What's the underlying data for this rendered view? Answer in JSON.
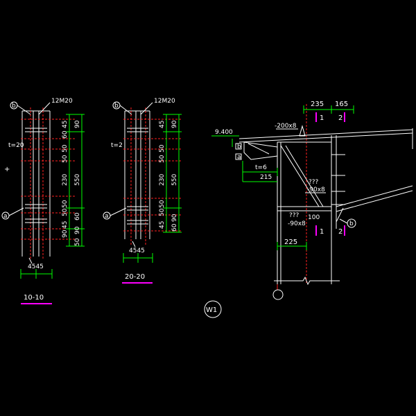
{
  "colors": {
    "background": "#000000",
    "line": "#ffffff",
    "dimension": "#00ff00",
    "centerline": "#ff2020",
    "section_mark": "#ff00ff"
  },
  "detail_left": {
    "bolts": "12M20",
    "plate": "t=20",
    "callout_top": "b",
    "callout_bottom": "a",
    "dim_v1": [
      "45",
      "60",
      "90"
    ],
    "dim_v_mid": [
      "50",
      "50",
      "230",
      "50",
      "50"
    ],
    "dim_v_total": "550",
    "dim_v2": [
      "45",
      "90",
      "60",
      "90",
      "50"
    ],
    "dim_bottom": "4545",
    "caption": "10-10"
  },
  "detail_right": {
    "bolts": "12M20",
    "plate": "t=2",
    "callout_top": "b",
    "callout_bottom": "a",
    "dim_v1": [
      "45",
      "90"
    ],
    "dim_v_mid": [
      "50",
      "50",
      "230",
      "50",
      "50"
    ],
    "dim_v_total": "550",
    "dim_v2": [
      "45",
      "90",
      "60"
    ],
    "dim_bottom": "4545",
    "caption": "20-20"
  },
  "joint": {
    "dim_top_left": "235",
    "dim_top_right": "165",
    "elevation": "9.400",
    "plate_top": "-200x8",
    "stiffener_plate": "t=6",
    "dim_small": "215",
    "brace_plate_upper": "-90x8",
    "brace_plate_lower": "-90x8",
    "q_upper": "???",
    "q_lower": "???",
    "dim_100": "100",
    "dim_225": "225",
    "sec1_top": "1",
    "sec2_top": "2",
    "sec1_bot": "1",
    "sec2_bot": "2",
    "label_a": "a",
    "label_b": "b",
    "callout_b": "b",
    "title": "W1"
  }
}
